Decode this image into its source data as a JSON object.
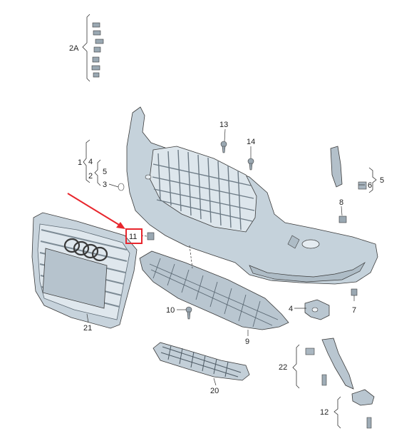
{
  "callouts": {
    "c2A": "2A",
    "c1": "1",
    "c4a": "4",
    "c2": "2",
    "c5a": "5",
    "c3": "3",
    "c13": "13",
    "c14": "14",
    "c5b": "5",
    "c6": "6",
    "c8": "8",
    "c11": "11",
    "c10": "10",
    "c21": "21",
    "c9": "9",
    "c4b": "4",
    "c7": "7",
    "c22": "22",
    "c20": "20",
    "c12": "12"
  },
  "highlight": {
    "part": "11",
    "arrow_color": "#e8262d",
    "box_color": "#e8262d"
  },
  "colors": {
    "part_fill": "#c2cfd8",
    "part_dark": "#7f8e99",
    "line": "#333333"
  }
}
